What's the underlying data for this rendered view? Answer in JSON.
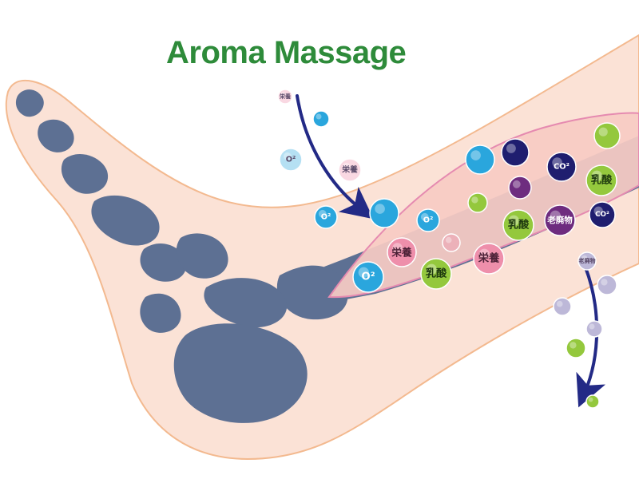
{
  "title": "Aroma Massage",
  "colors": {
    "title": "#2e8b3a",
    "skin_fill": "#fbe2d6",
    "skin_stroke": "#f3b98f",
    "bone": "#5d7093",
    "muscle_fill": "#f7cbc3",
    "muscle_stroke": "#e58ab0",
    "arrow": "#232a86",
    "oxygen": "#2aa6dd",
    "nutrient": "#ee8fab",
    "lactic": "#94c83d",
    "co2": "#1f1e6f",
    "waste": "#6e2c7f",
    "faded": "#bdb8d8"
  },
  "labels": {
    "oxygen": "O²",
    "nutrient": "栄養",
    "lactic": "乳酸",
    "co2": "CO²",
    "waste": "老廃物"
  },
  "bubbles": [
    {
      "kind": "nutrient",
      "label": "栄養",
      "faded": true
    },
    {
      "kind": "oxygen",
      "label": "",
      "faded": false
    },
    {
      "kind": "oxygen",
      "label": "O²",
      "faded": true
    },
    {
      "kind": "nutrient",
      "label": "栄養",
      "faded": true
    },
    {
      "kind": "oxygen",
      "label": "O²",
      "faded": false
    },
    {
      "kind": "oxygen",
      "label": "",
      "faded": false
    },
    {
      "kind": "oxygen",
      "label": "O²",
      "faded": false
    },
    {
      "kind": "nutrient",
      "label": "",
      "faded": true
    },
    {
      "kind": "oxygen",
      "label": "O²",
      "faded": false
    },
    {
      "kind": "nutrient",
      "label": "栄養",
      "faded": false
    },
    {
      "kind": "lactic",
      "label": "乳酸",
      "faded": false
    },
    {
      "kind": "nutrient",
      "label": "栄養",
      "faded": false
    },
    {
      "kind": "oxygen",
      "label": "",
      "faded": false
    },
    {
      "kind": "lactic",
      "label": "",
      "faded": false
    },
    {
      "kind": "co2",
      "label": "",
      "faded": false
    },
    {
      "kind": "co2",
      "label": "CO²",
      "faded": false
    },
    {
      "kind": "waste",
      "label": "",
      "faded": false
    },
    {
      "kind": "lactic",
      "label": "",
      "faded": false
    },
    {
      "kind": "lactic",
      "label": "乳酸",
      "faded": false
    },
    {
      "kind": "lactic",
      "label": "乳酸",
      "faded": false
    },
    {
      "kind": "waste",
      "label": "老廃物",
      "faded": false
    },
    {
      "kind": "co2",
      "label": "CO²",
      "faded": false
    },
    {
      "kind": "waste",
      "label": "老廃物",
      "faded": true
    },
    {
      "kind": "co2",
      "label": "",
      "faded": true
    },
    {
      "kind": "waste",
      "label": "",
      "faded": true
    },
    {
      "kind": "co2",
      "label": "",
      "faded": true
    },
    {
      "kind": "lactic",
      "label": "",
      "faded": false
    },
    {
      "kind": "lactic",
      "label": "",
      "faded": false
    }
  ]
}
